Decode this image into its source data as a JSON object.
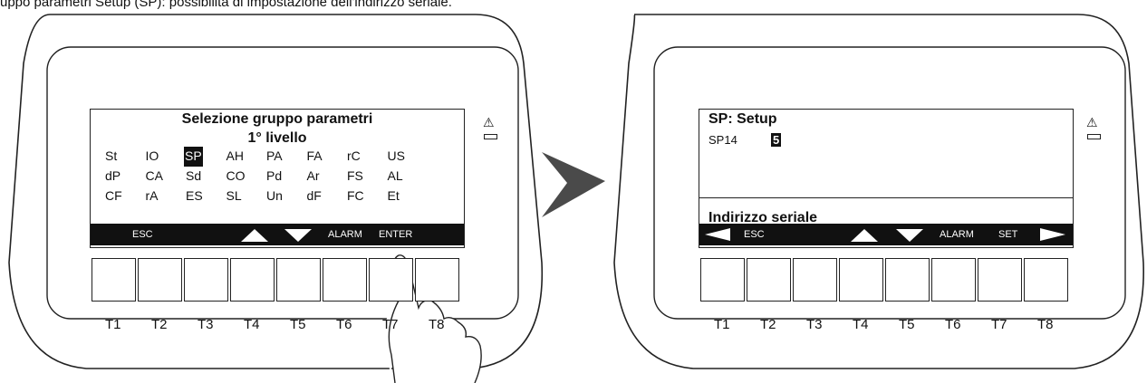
{
  "caption": "uppo parametri Setup (SP): possibilità di impostazione dell'indirizzo seriale.",
  "left_panel": {
    "title_line1": "Selezione gruppo parametri",
    "title_line2": "1° livello",
    "grid": [
      [
        "St",
        "IO",
        "SP",
        "AH",
        "PA",
        "FA",
        "rC",
        "US"
      ],
      [
        "dP",
        "CA",
        "Sd",
        "CO",
        "Pd",
        "Ar",
        "FS",
        "AL"
      ],
      [
        "CF",
        "rA",
        "ES",
        "SL",
        "Un",
        "dF",
        "FC",
        "Et"
      ]
    ],
    "selected": "SP",
    "softkeys": {
      "esc": "ESC",
      "up_icon": "triangle-up-icon",
      "down_icon": "triangle-down-icon",
      "alarm": "ALARM",
      "enter": "ENTER"
    },
    "warning_icon": "⚠"
  },
  "right_panel": {
    "title": "SP: Setup",
    "param_name": "SP14",
    "param_value": "5",
    "description": "Indirizzo seriale",
    "softkeys": {
      "left_icon": "arrow-left-icon",
      "esc": "ESC",
      "up_icon": "triangle-up-icon",
      "down_icon": "triangle-down-icon",
      "alarm": "ALARM",
      "set": "SET",
      "right_icon": "arrow-right-icon"
    },
    "warning_icon": "⚠"
  },
  "buttons": [
    "T1",
    "T2",
    "T3",
    "T4",
    "T5",
    "T6",
    "T7",
    "T8"
  ],
  "transition_icon": "arrow-right-icon"
}
